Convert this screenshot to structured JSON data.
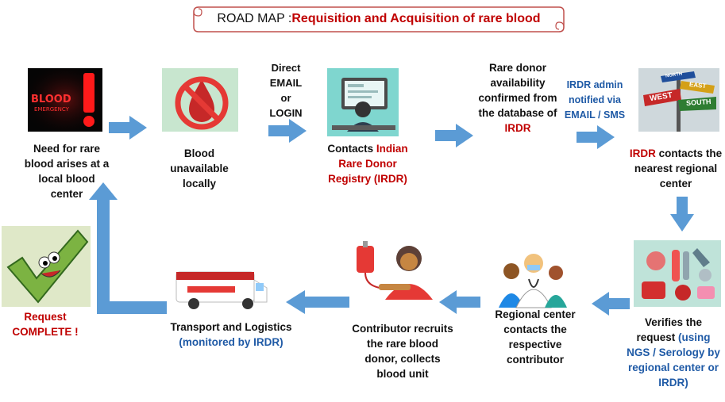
{
  "title": {
    "prefix": "ROAD MAP : ",
    "highlight": "Requisition and Acquisition of rare blood"
  },
  "emergency_sign": {
    "line1": "BLOOD",
    "line2": "EMERGENCY"
  },
  "street_sign": {
    "west": "WEST",
    "east": "EAST",
    "south": "SOUTH",
    "north": "NORTH"
  },
  "steps": {
    "need": "Need for rare blood arises at a local blood center",
    "unavailable": "Blood unavailable locally",
    "direct": "Direct EMAIL or LOGIN",
    "contacts": {
      "prefix": "Contacts ",
      "highlight": "Indian Rare Donor Registry (IRDR)"
    },
    "confirmed": {
      "text": "Rare donor availability confirmed from the database of ",
      "highlight": "IRDR"
    },
    "admin": "IRDR admin notified via EMAIL / SMS",
    "regional": {
      "highlight": "IRDR",
      "text": " contacts the nearest regional center"
    },
    "verifies": {
      "text": "Verifies the request ",
      "highlight": "(using NGS / Serology by regional center or IRDR)"
    },
    "contributor_contact": "Regional center contacts the respective contributor",
    "recruits": "Contributor recruits the rare blood donor, collects blood unit",
    "transport": {
      "text": "Transport and Logistics",
      "highlight": "(monitored by IRDR)"
    },
    "complete": "Request COMPLETE !"
  },
  "colors": {
    "arrow": "#5b9bd5",
    "red_text": "#c00000",
    "blue_text": "#1f5aa6"
  }
}
